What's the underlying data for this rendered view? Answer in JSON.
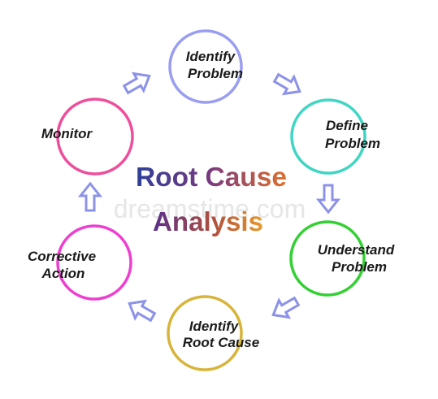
{
  "title": {
    "line1": "Root Cause",
    "line2": "Analysis"
  },
  "watermark": "dreamstime.com",
  "colors": {
    "arrow": "#8c92e8",
    "identify_problem": "#9a9ef0",
    "define_problem": "#3fd6c4",
    "understand_problem": "#33d033",
    "identify_root_cause": "#d8b43a",
    "corrective_action": "#ee3fd0",
    "monitor": "#ee4f9c"
  },
  "steps": [
    {
      "id": "identify-problem",
      "lines": [
        "Identify",
        "Problem"
      ]
    },
    {
      "id": "define-problem",
      "lines": [
        "Define",
        "Problem"
      ]
    },
    {
      "id": "understand-problem",
      "lines": [
        "Understand",
        "Problem"
      ]
    },
    {
      "id": "identify-root-cause",
      "lines": [
        "Identify",
        "Root Cause"
      ]
    },
    {
      "id": "corrective-action",
      "lines": [
        "Corrective",
        "Action"
      ]
    },
    {
      "id": "monitor",
      "lines": [
        "Monitor"
      ]
    }
  ]
}
